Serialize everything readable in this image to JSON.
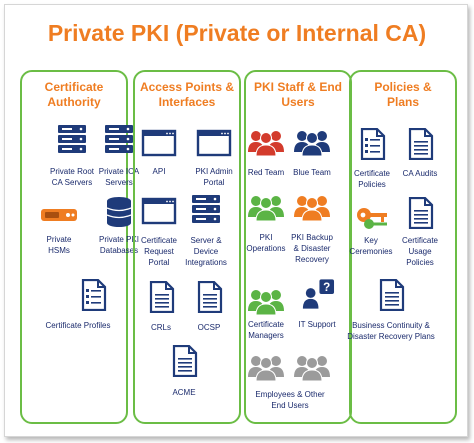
{
  "title": "Private PKI (Private or Internal CA)",
  "colors": {
    "title": "#ef7d22",
    "border": "#6bbd45",
    "navy": "#1f3b7a",
    "red": "#d33b2c",
    "green": "#5bb445",
    "orange": "#ef7d22",
    "gray": "#9b9b9b",
    "label": "#1a2a6c"
  },
  "columns": [
    {
      "title_lines": [
        "Certificate",
        "Authority"
      ],
      "items": [
        {
          "label_lines": [
            "Private Root",
            "CA Servers"
          ],
          "icon": "server-icon"
        },
        {
          "label_lines": [
            "Private ICA",
            "Servers"
          ],
          "icon": "server-icon"
        },
        {
          "label_lines": [
            "Private",
            "HSMs"
          ],
          "icon": "hsm-device-icon"
        },
        {
          "label_lines": [
            "Private PKI",
            "Databases"
          ],
          "icon": "database-icon"
        },
        {
          "label_lines": [
            "Certificate Profiles"
          ],
          "icon": "document-list-icon"
        }
      ]
    },
    {
      "title_lines": [
        "Access Points &",
        "Interfaces"
      ],
      "items": [
        {
          "label_lines": [
            "API"
          ],
          "icon": "browser-window-icon"
        },
        {
          "label_lines": [
            "PKI Admin",
            "Portal"
          ],
          "icon": "browser-window-icon"
        },
        {
          "label_lines": [
            "Certificate",
            "Request",
            "Portal"
          ],
          "icon": "browser-window-icon"
        },
        {
          "label_lines": [
            "Server &",
            "Device",
            "Integrations"
          ],
          "icon": "server-icon"
        },
        {
          "label_lines": [
            "CRLs"
          ],
          "icon": "document-icon"
        },
        {
          "label_lines": [
            "OCSP"
          ],
          "icon": "document-icon"
        },
        {
          "label_lines": [
            "ACME"
          ],
          "icon": "document-icon"
        }
      ]
    },
    {
      "title_lines": [
        "PKI Staff & End",
        "Users"
      ],
      "items": [
        {
          "label_lines": [
            "Red Team"
          ],
          "icon": "team-red-icon"
        },
        {
          "label_lines": [
            "Blue Team"
          ],
          "icon": "team-blue-icon"
        },
        {
          "label_lines": [
            "PKI",
            "Operations"
          ],
          "icon": "team-green-icon"
        },
        {
          "label_lines": [
            "PKI Backup",
            "& Disaster",
            "Recovery"
          ],
          "icon": "team-orange-icon"
        },
        {
          "label_lines": [
            "Certificate",
            "Managers"
          ],
          "icon": "team-green-icon"
        },
        {
          "label_lines": [
            "IT Support"
          ],
          "icon": "question-person-icon"
        },
        {
          "label_lines": [
            "Employees & Other",
            "End Users"
          ],
          "icon": "team-gray-icon"
        }
      ]
    },
    {
      "title_lines": [
        "Policies &",
        "Plans"
      ],
      "items": [
        {
          "label_lines": [
            "Certificate",
            "Policies"
          ],
          "icon": "document-list-icon"
        },
        {
          "label_lines": [
            "CA Audits"
          ],
          "icon": "document-icon"
        },
        {
          "label_lines": [
            "Key",
            "Ceremonies"
          ],
          "icon": "keys-icon"
        },
        {
          "label_lines": [
            "Certificate",
            "Usage",
            "Policies"
          ],
          "icon": "document-icon"
        },
        {
          "label_lines": [
            "Business Continuity &",
            "Disaster Recovery Plans"
          ],
          "icon": "document-icon"
        }
      ]
    }
  ]
}
